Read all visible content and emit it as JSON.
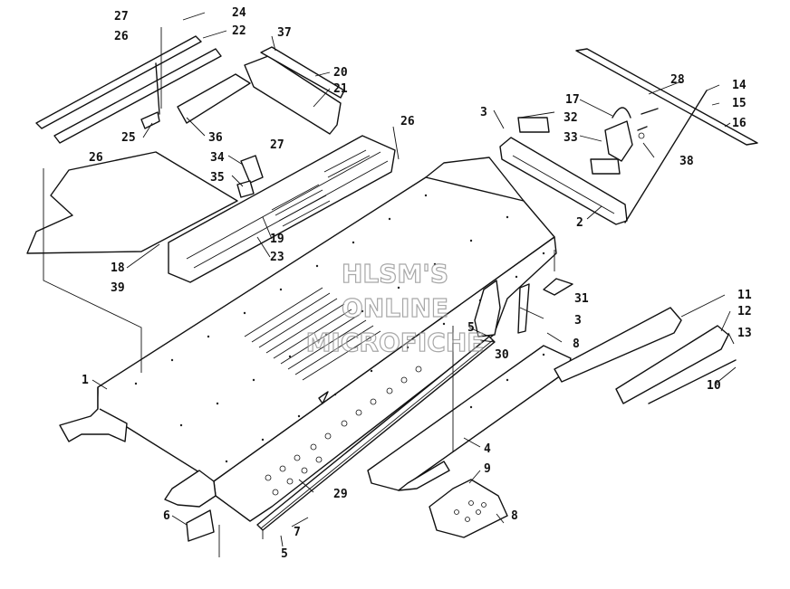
{
  "watermark": [
    "HLSM'S",
    "ONLINE",
    "MICROFICHE"
  ],
  "callouts": [
    {
      "id": "c1",
      "label": "1"
    },
    {
      "id": "c2",
      "label": "2"
    },
    {
      "id": "c3a",
      "label": "3"
    },
    {
      "id": "c3b",
      "label": "3"
    },
    {
      "id": "c4",
      "label": "4"
    },
    {
      "id": "c5a",
      "label": "5"
    },
    {
      "id": "c5b",
      "label": "5"
    },
    {
      "id": "c6",
      "label": "6"
    },
    {
      "id": "c7",
      "label": "7"
    },
    {
      "id": "c8a",
      "label": "8"
    },
    {
      "id": "c8b",
      "label": "8"
    },
    {
      "id": "c9",
      "label": "9"
    },
    {
      "id": "c10",
      "label": "10"
    },
    {
      "id": "c11",
      "label": "11"
    },
    {
      "id": "c12",
      "label": "12"
    },
    {
      "id": "c13",
      "label": "13"
    },
    {
      "id": "c14",
      "label": "14"
    },
    {
      "id": "c15",
      "label": "15"
    },
    {
      "id": "c16",
      "label": "16"
    },
    {
      "id": "c17",
      "label": "17"
    },
    {
      "id": "c18",
      "label": "18"
    },
    {
      "id": "c19",
      "label": "19"
    },
    {
      "id": "c20",
      "label": "20"
    },
    {
      "id": "c21",
      "label": "21"
    },
    {
      "id": "c22",
      "label": "22"
    },
    {
      "id": "c23",
      "label": "23"
    },
    {
      "id": "c24",
      "label": "24"
    },
    {
      "id": "c25",
      "label": "25"
    },
    {
      "id": "c26a",
      "label": "26"
    },
    {
      "id": "c26b",
      "label": "26"
    },
    {
      "id": "c26c",
      "label": "26"
    },
    {
      "id": "c27a",
      "label": "27"
    },
    {
      "id": "c27b",
      "label": "27"
    },
    {
      "id": "c28",
      "label": "28"
    },
    {
      "id": "c29",
      "label": "29"
    },
    {
      "id": "c30",
      "label": "30"
    },
    {
      "id": "c31",
      "label": "31"
    },
    {
      "id": "c32",
      "label": "32"
    },
    {
      "id": "c33",
      "label": "33"
    },
    {
      "id": "c34",
      "label": "34"
    },
    {
      "id": "c35",
      "label": "35"
    },
    {
      "id": "c36",
      "label": "36"
    },
    {
      "id": "c37",
      "label": "37"
    },
    {
      "id": "c38",
      "label": "38"
    },
    {
      "id": "c39",
      "label": "39"
    }
  ]
}
